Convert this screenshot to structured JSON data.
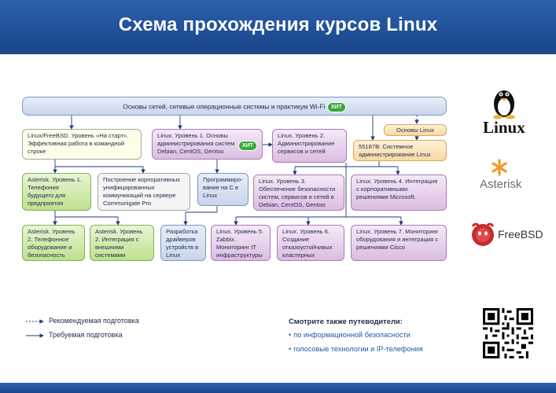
{
  "header": {
    "title": "Схема прохождения курсов Linux"
  },
  "diagram": {
    "top_bar": {
      "label": "Основы сетей, сетевые операционные системы и практикум Wi-Fi",
      "badge": "ХИТ"
    },
    "row1": {
      "start": "Linux/FreeBSD. Уровень «На старт». Эффективная работа в командной строке",
      "level1": "Linux. Уровень 1. Основы администрирования систем Debian, CentOS, Gentoo",
      "level1_badge": "ХИТ",
      "level2": "Linux. Уровень 2. Администрирование сервисов и сетей",
      "basics": "Основы Linux",
      "ms55187": "55187В: Системное администрирование Linux"
    },
    "row2": {
      "asterisk1": "Asterisk. Уровень 1. Телефония будущего для предприятия",
      "communigate": "Построение корпоративных унифицированных коммуникаций на сервере Communigate Pro",
      "programming_c": "Программиро-вание на С в Linux",
      "level3": "Linux. Уровень 3. Обеспечение безопасности систем, сервисов и сетей в Debian, CentOS, Gentoo",
      "level4": "Linux. Уровень 4. Интеграция с корпоративными решениями Microsoft."
    },
    "row3": {
      "asterisk2a": "Asterisk. Уровень 2. Телефонное оборудование и безопасность",
      "asterisk2b": "Asterisk. Уровень 2. Интеграция с внешними системами",
      "drivers": "Разработка драйверов устройств в Linux",
      "level5": "Linux. Уровень 5. Zabbix. Мониторинг IT инфраструктуры",
      "level6": "Linux. Уровень 6. Создание отказоустойчивых кластерных решений",
      "level7": "Linux. Уровень 7. Мониторинг оборудования и интеграция с решениями Cisco"
    }
  },
  "logos": {
    "linux": "Linux",
    "asterisk": "Asterisk",
    "freebsd": "FreeBSD"
  },
  "legend": {
    "recommended": "Рекомендуемая подготовка",
    "required": "Требуемая подготовка"
  },
  "guides": {
    "title": "Смотрите также путеводители:",
    "items": [
      "по информационной безопасности",
      "голосовые технологии и IP-телефония"
    ]
  },
  "colors": {
    "header": "#1f4f97",
    "green": "#bfe08e",
    "purple": "#dcbde2",
    "orange": "#f7d9a2",
    "blue": "#c8d6ec",
    "badge": "#3aa83a"
  }
}
